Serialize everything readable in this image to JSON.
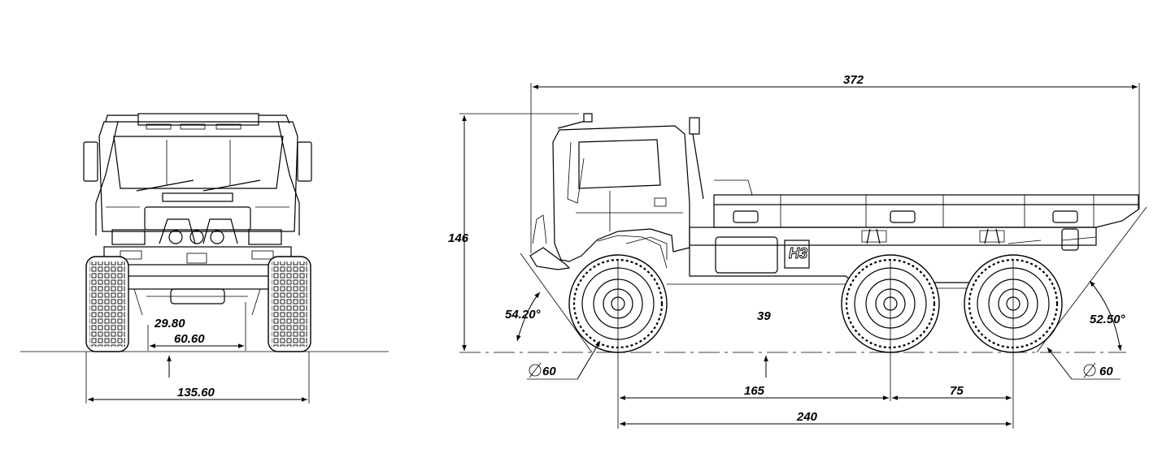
{
  "logo_text": "H3",
  "front_view": {
    "dimensions": {
      "track_inner": "29.80",
      "track_center": "60.60",
      "overall_width": "135.60"
    }
  },
  "side_view": {
    "dimensions": {
      "overall_length": "372",
      "overall_height": "146",
      "approach_angle": "54.20°",
      "departure_angle": "52.50°",
      "ground_clearance": "39",
      "front_wheel_diameter": "60",
      "rear_wheel_diameter": "60",
      "wheelbase_front_mid": "165",
      "wheelbase_mid_rear": "75",
      "wheelbase_total": "240"
    }
  }
}
